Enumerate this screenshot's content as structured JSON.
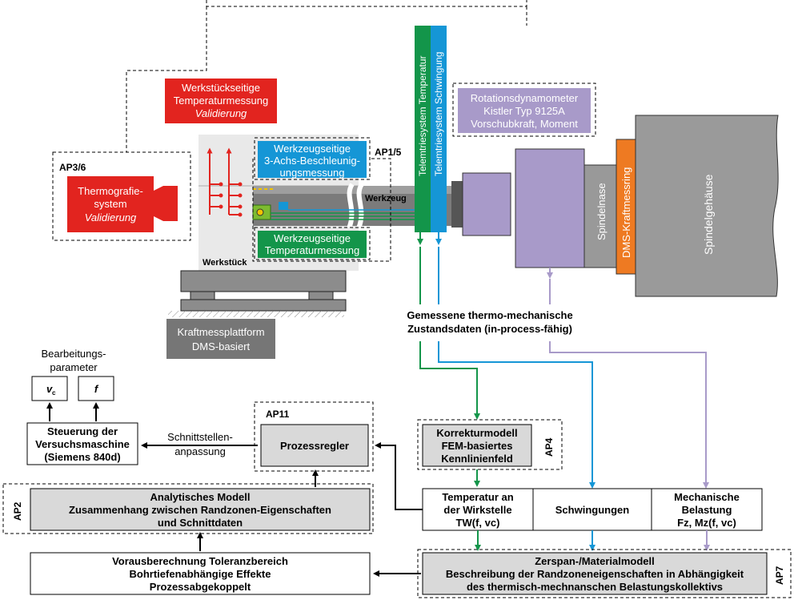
{
  "labels": {
    "werkstueck_temp": [
      "Werkstückseitige",
      "Temperaturmessung",
      "Validierung"
    ],
    "ap36": "AP3/6",
    "thermografie": [
      "Thermografie-",
      "system",
      "Validierung"
    ],
    "ap15": "AP1/5",
    "wz_beschleunigung": [
      "Werkzeugseitige",
      "3-Achs-Beschleunig-",
      "ungsmessung"
    ],
    "wz_temperatur": [
      "Werkzeugseitige",
      "Temperaturmessung"
    ],
    "werkzeug": "Werkzeug",
    "werkstueck": "Werkstück",
    "telemetrie_temp": "Telemtriesystem Temperatur",
    "telemetrie_schw": "Telemtriesystem Schwingung",
    "rotationsdyn": [
      "Rotationsdynamometer",
      "Kistler Typ 9125A",
      "Vorschubkraft, Moment"
    ],
    "spindelnase": "Spindelnase",
    "dms_kraftmessring": "DMS-Kraftmessring",
    "spindelgehaeuse": "Spindelgehäuse",
    "kraftmessplattform": [
      "Kraftmessplattform",
      "DMS-basiert"
    ],
    "gemessene": [
      "Gemessene thermo-mechanische",
      "Zustandsdaten (in-process-fähig)"
    ],
    "bearbeitungsparameter": [
      "Bearbeitungs-",
      "parameter"
    ],
    "vc": "v",
    "vc_sub": "c",
    "f": "f",
    "steuerung": [
      "Steuerung der",
      "Versuchsmaschine",
      "(Siemens 840d)"
    ],
    "schnittstellen": [
      "Schnittstellen-",
      "anpassung"
    ],
    "ap11": "AP11",
    "prozessregler": "Prozessregler",
    "korrekturmodell": [
      "Korrekturmodell",
      "FEM-basiertes",
      "Kennlinienfeld"
    ],
    "ap4": "AP4",
    "ap2": "AP2",
    "analytisches": [
      "Analytisches Modell",
      "Zusammenhang zwischen Randzonen-Eigenschaften",
      "und Schnittdaten"
    ],
    "temperatur_wirk": [
      "Temperatur an",
      "der Wirkstelle",
      "TW(f, vc)"
    ],
    "schwingungen": "Schwingungen",
    "mechanische": [
      "Mechanische",
      "Belastung",
      "Fz, Mz(f, vc)"
    ],
    "vorausberechnung": [
      "Vorausberechnung Toleranzbereich",
      "Bohrtiefenabhängige Effekte",
      "Prozessabgekoppelt"
    ],
    "zerspan": [
      "Zerspan-/Materialmodell",
      "Beschreibung der Randzoneneigenschaften in Abhängigkeit",
      "des thermisch-mechnanschen Belastungskollektivs"
    ],
    "ap7": "AP7"
  },
  "colors": {
    "red": "#e2241f",
    "blue": "#1596d6",
    "green": "#13954a",
    "lavender": "#a89ac9",
    "orange": "#ee7a22",
    "grey_box": "#d9d9d9",
    "dark_grey": "#767676",
    "spindle_grey": "#9a9a9a"
  }
}
